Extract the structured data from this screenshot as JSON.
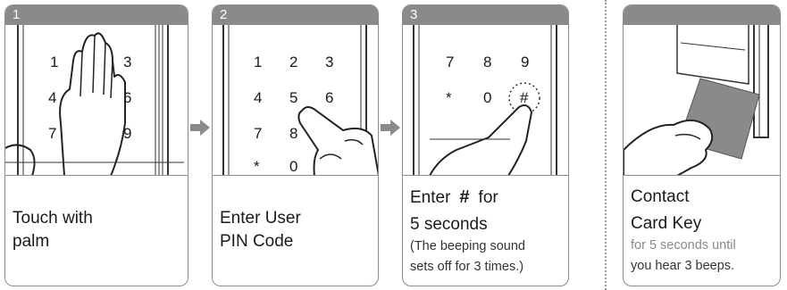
{
  "steps": [
    {
      "number": "1",
      "lines": [
        "Touch with",
        "palm"
      ]
    },
    {
      "number": "2",
      "lines": [
        "Enter User",
        "PIN Code"
      ]
    },
    {
      "number": "3",
      "line1_pre": "Enter",
      "hash_symbol": "#",
      "line1_post": "for",
      "line2": "5 seconds",
      "note": [
        "(The beeping sound",
        "sets off for 3 times.)"
      ]
    },
    {
      "number": "",
      "lines": [
        "Contact",
        "Card Key"
      ],
      "note": [
        "for 5 seconds until",
        "you hear 3 beeps."
      ]
    }
  ],
  "keypad_keys": [
    "1",
    "2",
    "3",
    "4",
    "5",
    "6",
    "7",
    "8",
    "9",
    "*",
    "0",
    "#"
  ],
  "colors": {
    "header_bg": "#8a8a8a",
    "arrow": "#8a8a8a",
    "border": "#8c8c8c"
  }
}
